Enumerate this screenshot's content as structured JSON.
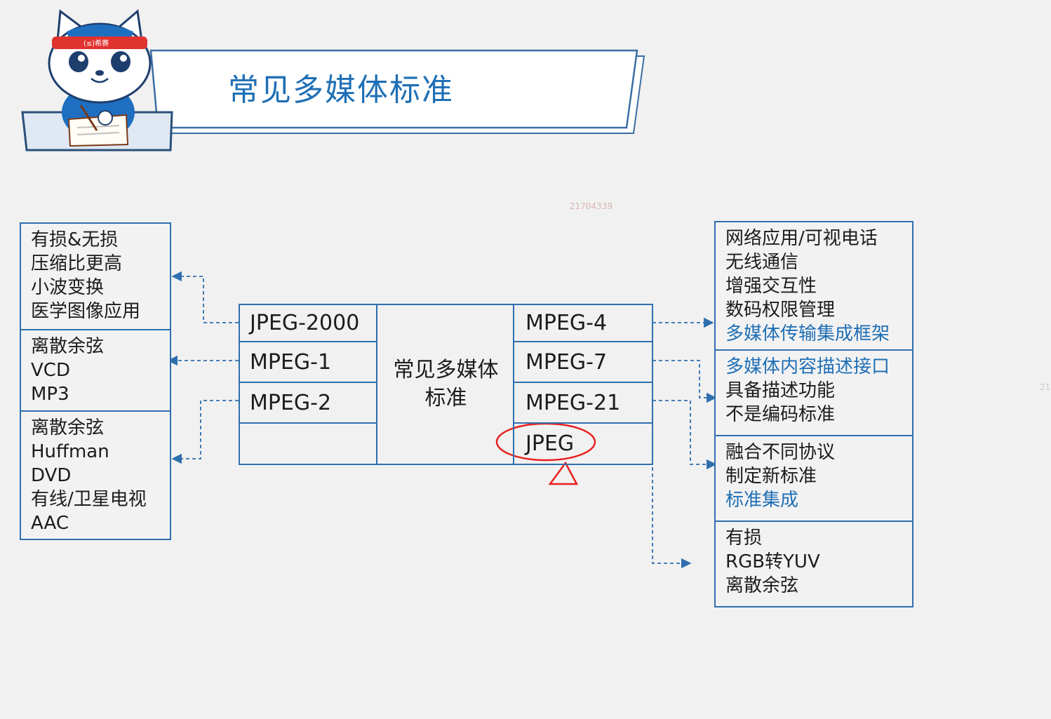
{
  "header": {
    "title": "常见多媒体标准",
    "mascot_headband": "(≤)希赛"
  },
  "watermark": "21704339",
  "edge_mark": "21",
  "center": {
    "line1": "常见多媒体",
    "line2": "标准"
  },
  "left_column": [
    "JPEG-2000",
    "MPEG-1",
    "MPEG-2",
    ""
  ],
  "right_column": [
    "MPEG-4",
    "MPEG-7",
    "MPEG-21",
    "JPEG"
  ],
  "left_notes": {
    "jpeg2000": [
      "有损&无损",
      "压缩比更高",
      "小波变换",
      "医学图像应用"
    ],
    "mpeg1": [
      "离散余弦",
      "VCD",
      "MP3"
    ],
    "mpeg2": [
      "离散余弦",
      "Huffman",
      "DVD",
      "有线/卫星电视",
      "AAC"
    ]
  },
  "right_notes": {
    "mpeg4": [
      "网络应用/可视电话",
      "无线通信",
      "增强交互性",
      "数码权限管理",
      "多媒体传输集成框架"
    ],
    "mpeg7": [
      "多媒体内容描述接口",
      "具备描述功能",
      "不是编码标准"
    ],
    "mpeg21": [
      "融合不同协议",
      "制定新标准",
      "标准集成"
    ],
    "jpeg": [
      "有损",
      "RGB转YUV",
      "离散余弦"
    ]
  },
  "colors": {
    "accent": "#1f6fb5",
    "border": "#2f6fae",
    "annotation": "#e8201f"
  }
}
